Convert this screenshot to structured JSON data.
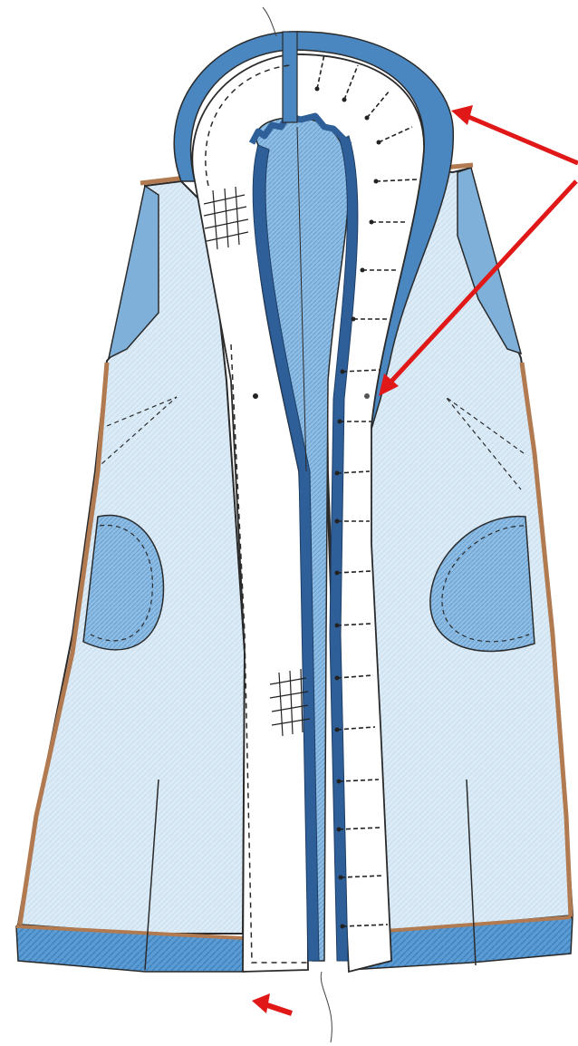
{
  "illustration": {
    "subject": "vest-sewing-sketch",
    "colors": {
      "background": "#ffffff",
      "fabric_light": "#dcebf6",
      "fabric_mid": "#b9d6ee",
      "lining_blue": "#7fb0da",
      "binding_blue": "#4a86bf",
      "binding_dark": "#2f5f98",
      "edge_brown": "#b27a50",
      "outline": "#2a2a2a",
      "arrow_red": "#e01818",
      "pin": "#222222"
    },
    "icons": [
      "red-arrow",
      "pin",
      "darn-patch",
      "pocket"
    ]
  }
}
